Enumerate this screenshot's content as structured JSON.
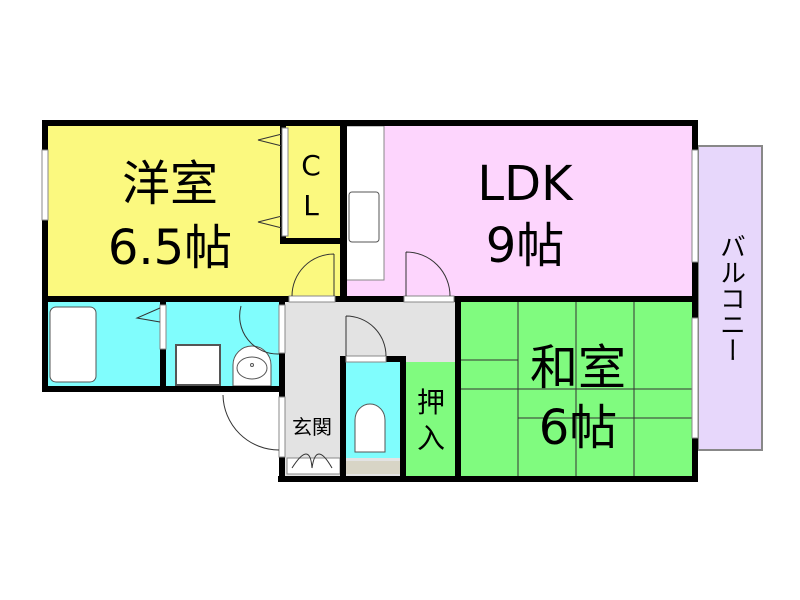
{
  "rooms": {
    "western": {
      "name": "洋室",
      "size": "6.5帖",
      "color": "#fbf97f"
    },
    "closet": {
      "name_line1": "C",
      "name_line2": "L"
    },
    "ldk": {
      "name": "LDK",
      "size": "9帖",
      "color": "#fdd5fd"
    },
    "japanese": {
      "name": "和室",
      "size": "6帖",
      "color": "#80fb7f"
    },
    "oshiire": {
      "line1": "押",
      "line2": "入"
    },
    "entrance": {
      "name": "玄関"
    },
    "balcony": {
      "name": "バルコニー",
      "color": "#e7d7fb"
    },
    "wet_color": "#80fdfd",
    "hall_color": "#e3e3e3"
  }
}
